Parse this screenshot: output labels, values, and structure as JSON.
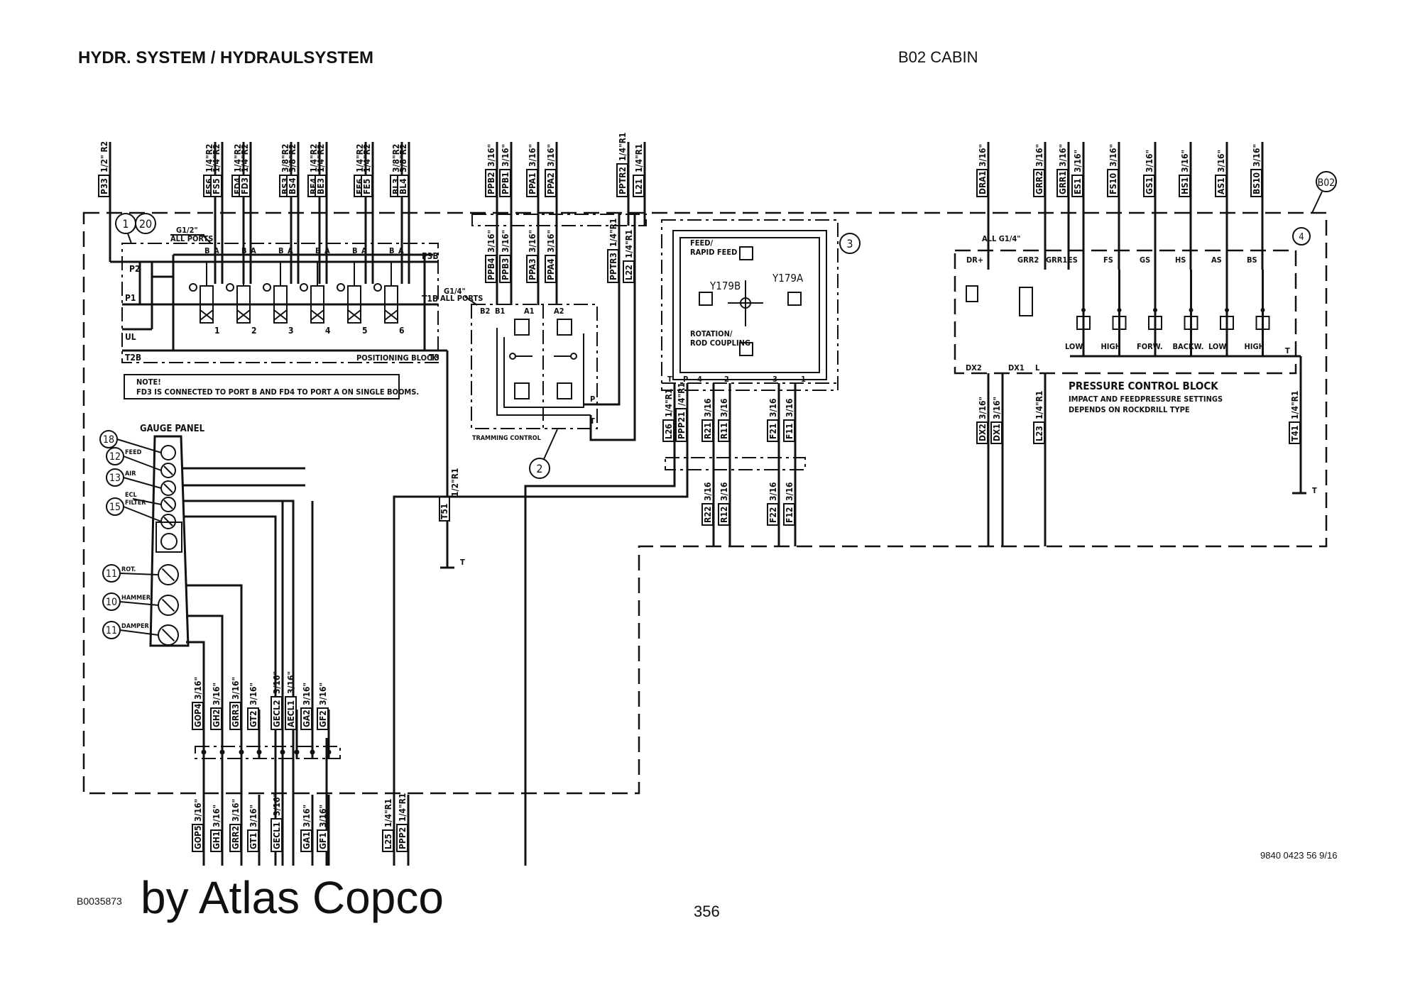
{
  "header": {
    "title": "HYDR. SYSTEM / HYDRAULSYSTEM",
    "section": "B02 CABIN"
  },
  "footer": {
    "figure_id": "B0035873",
    "brand": "by Atlas Copco",
    "page_number": "356",
    "document_ref": "9840 0423 56 9/16"
  },
  "cabin_marker": "B02",
  "top_lines": [
    {
      "tag": "P33",
      "size": "1/2\" R2"
    },
    {
      "tag": "FS6",
      "size": "1/4\"R2"
    },
    {
      "tag": "FS5",
      "size": "1/4\"R2"
    },
    {
      "tag": "FD4",
      "size": "1/4\"R2"
    },
    {
      "tag": "FD3",
      "size": "1/4\"R2"
    },
    {
      "tag": "BS3",
      "size": "3/8\"R2"
    },
    {
      "tag": "BS4",
      "size": "3/8\"R2"
    },
    {
      "tag": "BE4",
      "size": "1/4\"R2"
    },
    {
      "tag": "BE3",
      "size": "1/4\"R2"
    },
    {
      "tag": "FE6",
      "size": "1/4\"R2"
    },
    {
      "tag": "FE5",
      "size": "1/4\"R2"
    },
    {
      "tag": "BL3",
      "size": "3/8\"R2"
    },
    {
      "tag": "BL4",
      "size": "3/8\"R2"
    },
    {
      "tag": "PPB2",
      "size": "3/16\""
    },
    {
      "tag": "PPB1",
      "size": "3/16\""
    },
    {
      "tag": "PPA1",
      "size": "3/16\""
    },
    {
      "tag": "PPA2",
      "size": "3/16\""
    },
    {
      "tag": "PPTR2",
      "size": "1/4\"R1"
    },
    {
      "tag": "L21",
      "size": "1/4\"R1"
    },
    {
      "tag": "DRA1",
      "size": "3/16\""
    },
    {
      "tag": "GRR2",
      "size": "3/16\""
    },
    {
      "tag": "GRR1",
      "size": "3/16\""
    },
    {
      "tag": "ES1",
      "size": "3/16\""
    },
    {
      "tag": "FS10",
      "size": "3/16\""
    },
    {
      "tag": "GS1",
      "size": "3/16\""
    },
    {
      "tag": "HS1",
      "size": "3/16\""
    },
    {
      "tag": "AS1",
      "size": "3/16\""
    },
    {
      "tag": "BS10",
      "size": "3/16\""
    }
  ],
  "positioning_block": {
    "refs": [
      "1",
      "20"
    ],
    "port_note_1": "G1/2\"",
    "port_note_2": "ALL PORTS",
    "port_labels": [
      "B",
      "A",
      "B",
      "A",
      "B",
      "A",
      "B",
      "A",
      "B",
      "A",
      "B",
      "A"
    ],
    "left_ports": [
      "P2",
      "P1",
      "UL",
      "T2B"
    ],
    "right_ports": [
      "P3B",
      "T1B",
      "T3"
    ],
    "valves": [
      "1",
      "2",
      "3",
      "4",
      "5",
      "6"
    ],
    "name": "POSITIONING BLOCK"
  },
  "note": {
    "title": "NOTE!",
    "text": "FD3 IS CONNECTED TO PORT B AND FD4 TO PORT A ON SINGLE BOOMS."
  },
  "tramming_control": {
    "ref": "2",
    "port_note_1": "G1/4\"",
    "port_note_2": "ALL PORTS",
    "mid_lines": [
      {
        "tag": "PPB4",
        "size": "3/16\""
      },
      {
        "tag": "PPB3",
        "size": "3/16\""
      },
      {
        "tag": "PPA3",
        "size": "3/16\""
      },
      {
        "tag": "PPA4",
        "size": "3/16\""
      },
      {
        "tag": "PPTR3",
        "size": "1/4\"R1"
      },
      {
        "tag": "L22",
        "size": "1/4\"R1"
      }
    ],
    "ports": [
      "B2",
      "B1",
      "A1",
      "A2",
      "P",
      "T"
    ],
    "name": "TRAMMING CONTROL"
  },
  "tank_line": {
    "tag": "T51",
    "size": "1/2\"R1",
    "tank": "T"
  },
  "joystick_block": {
    "ref": "3",
    "label_feed": "FEED/",
    "label_rapid": "RAPID FEED",
    "label_rot": "ROTATION/",
    "label_rod": "ROD COUPLING",
    "sol_a": "Y179A",
    "sol_b": "Y179B",
    "ports": [
      "T",
      "P",
      "4",
      "2",
      "3",
      "1"
    ],
    "lines_upper": [
      {
        "tag": "L26",
        "size": "1/4\"R1"
      },
      {
        "tag": "PPP21",
        "size": "/4\"R1"
      },
      {
        "tag": "R21",
        "size": "3/16"
      },
      {
        "tag": "R11",
        "size": "3/16"
      },
      {
        "tag": "F21",
        "size": "3/16"
      },
      {
        "tag": "F11",
        "size": "3/16"
      }
    ],
    "lines_lower": [
      {
        "tag": "R22",
        "size": "3/16"
      },
      {
        "tag": "R12",
        "size": "3/16"
      },
      {
        "tag": "F22",
        "size": "3/16"
      },
      {
        "tag": "F12",
        "size": "3/16"
      }
    ]
  },
  "pressure_control_block": {
    "ref": "4",
    "port_note": "ALL G1/4\"",
    "top_ports": [
      "DR+",
      "GRR2",
      "GRR1",
      "ES",
      "FS",
      "GS",
      "HS",
      "AS",
      "BS"
    ],
    "settings": [
      "LOW",
      "HIGH",
      "FORW.",
      "BACKW.",
      "LOW",
      "HIGH"
    ],
    "bottom_ports": [
      "DX2",
      "DX1",
      "L",
      "T"
    ],
    "title": "PRESSURE CONTROL BLOCK",
    "desc_1": "IMPACT AND FEEDPRESSURE SETTINGS",
    "desc_2": "DEPENDS ON ROCKDRILL TYPE",
    "lines": [
      {
        "tag": "DX2",
        "size": "3/16\""
      },
      {
        "tag": "DX1",
        "size": "3/16\""
      },
      {
        "tag": "L23",
        "size": "1/4\"R1"
      },
      {
        "tag": "T41",
        "size": "1/4\"R1"
      }
    ],
    "tank": "T"
  },
  "gauge_panel": {
    "title": "GAUGE PANEL",
    "callouts": [
      {
        "ref": "18",
        "label": ""
      },
      {
        "ref": "12",
        "label": "FEED"
      },
      {
        "ref": "13",
        "label": "AIR"
      },
      {
        "ref": "",
        "label": "ECL"
      },
      {
        "ref": "15",
        "label": "FILTER"
      },
      {
        "ref": "11",
        "label": "ROT."
      },
      {
        "ref": "10",
        "label": "HAMMER"
      },
      {
        "ref": "11",
        "label": "DAMPER"
      }
    ]
  },
  "bottom_lines_upper": [
    {
      "tag": "GOP4",
      "size": "3/16\""
    },
    {
      "tag": "GH2",
      "size": "3/16\""
    },
    {
      "tag": "GRR3",
      "size": "3/16\""
    },
    {
      "tag": "GT2",
      "size": "3/16\""
    },
    {
      "tag": "GECL2",
      "size": "3/16\""
    },
    {
      "tag": "AECL1",
      "size": "3/16\""
    },
    {
      "tag": "GA2",
      "size": "3/16\""
    },
    {
      "tag": "GF2",
      "size": "3/16\""
    }
  ],
  "bottom_lines_lower": [
    {
      "tag": "GOP5",
      "size": "3/16\""
    },
    {
      "tag": "GH1",
      "size": "3/16\""
    },
    {
      "tag": "GRR2",
      "size": "3/16\""
    },
    {
      "tag": "GT1",
      "size": "3/16\""
    },
    {
      "tag": "GECL1",
      "size": "3/16\""
    },
    {
      "tag": "GA1",
      "size": "3/16\""
    },
    {
      "tag": "GF1",
      "size": "3/16\""
    },
    {
      "tag": "L25",
      "size": "1/4\"R1"
    },
    {
      "tag": "PPP2",
      "size": "1/4\"R1"
    }
  ]
}
